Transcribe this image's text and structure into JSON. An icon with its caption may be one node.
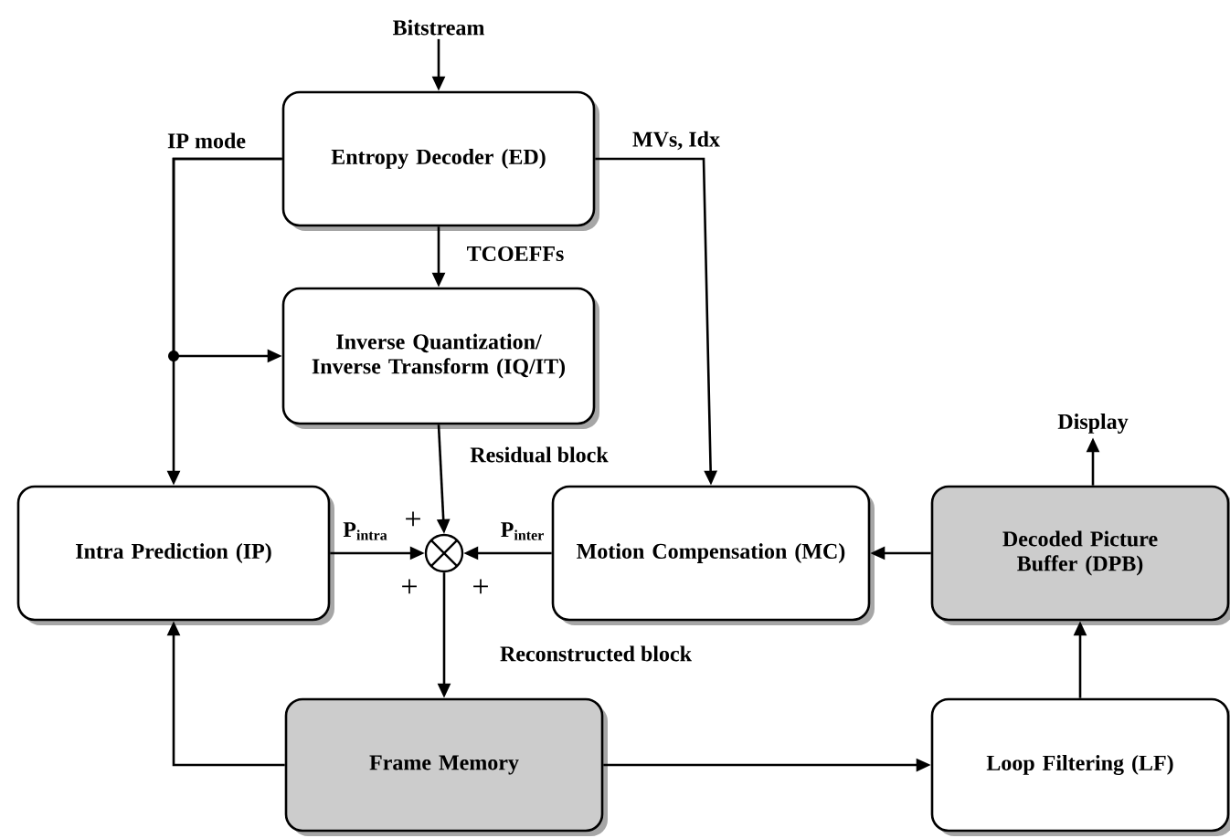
{
  "diagram": {
    "nodes": [
      {
        "text": [
          "Bitstream"
        ]
      },
      {
        "text": [
          "Entropy Decoder (ED)"
        ]
      },
      {
        "text": [
          "Inverse Quantization/ Inverse Transform (IQ/IT)"
        ]
      },
      {
        "text": [
          "Intra Prediction (IP)"
        ]
      },
      {
        "text": [],
        "shape": "circle"
      },
      {
        "text": [
          "Motion Compensation (MC)"
        ]
      },
      {
        "text": [
          "Decoded Picture Buffer (DPB)"
        ]
      },
      {
        "text": [
          "Display"
        ]
      },
      {
        "text": [
          "Frame Memory"
        ]
      },
      {
        "text": [
          "Loop Filtering (LF)"
        ]
      }
    ],
    "edges": [
      {
        "from": 0,
        "to": 1,
        "arrow": "to"
      },
      {
        "from": 1,
        "to": 3,
        "arrow": "to",
        "label": "IP mode"
      },
      {
        "from": 1,
        "to": 2,
        "arrow": "to"
      },
      {
        "from": 1,
        "to": 2,
        "arrow": "to",
        "label": "TCOEFFs"
      },
      {
        "from": 1,
        "to": 5,
        "arrow": "to",
        "label": "MVs, Idx"
      },
      {
        "from": 2,
        "to": 4,
        "arrow": "to",
        "label": "Residual block"
      },
      {
        "from": 3,
        "to": 4,
        "arrow": "to",
        "label": "P$_{intra}$"
      },
      {
        "from": 5,
        "to": 4,
        "arrow": "to",
        "label": "P$_{inter}$"
      },
      {
        "from": 6,
        "to": 5,
        "arrow": "to"
      },
      {
        "from": 6,
        "to": 7,
        "arrow": "to"
      },
      {
        "from": 4,
        "to": 8,
        "arrow": "to",
        "label": "Reconstructed block"
      },
      {
        "from": 8,
        "to": 3,
        "arrow": "to"
      },
      {
        "from": 8,
        "to": 9,
        "arrow": "to"
      },
      {
        "from": 9,
        "to": 6,
        "arrow": "to"
      }
    ],
    "labels": [
      "+",
      "+",
      "+"
    ]
  }
}
